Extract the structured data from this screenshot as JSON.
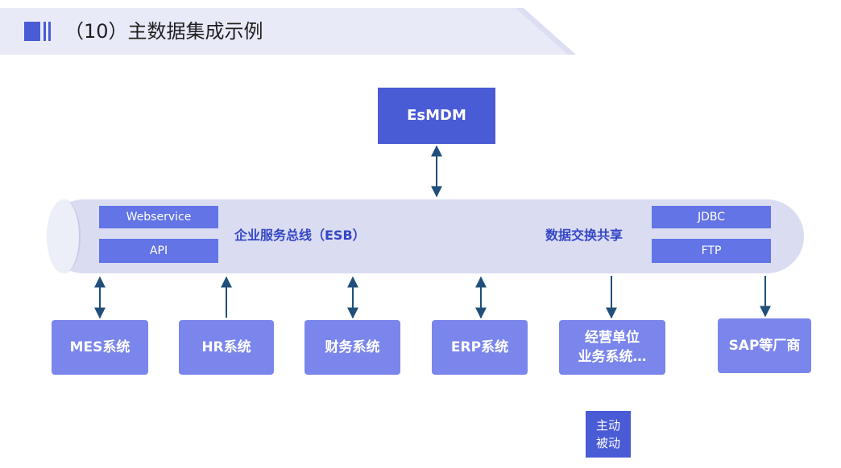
{
  "header": {
    "title": "（10）主数据集成示例"
  },
  "top_system": {
    "label": "EsMDM"
  },
  "bus": {
    "label": "企业服务总线（ESB）",
    "exchange_label": "数据交换共享",
    "left_tags": [
      "Webservice",
      "API"
    ],
    "right_tags": [
      "JDBC",
      "FTP"
    ]
  },
  "systems": [
    {
      "label": "MES系统"
    },
    {
      "label": "HR系统"
    },
    {
      "label": "财务系统"
    },
    {
      "label": "ERP系统"
    },
    {
      "label_line1": "经营单位",
      "label_line2": "业务系统…"
    },
    {
      "label": "SAP等厂商"
    }
  ],
  "legend": {
    "line1": "主动",
    "line2": "被动"
  },
  "colors": {
    "box": "#7b86ec",
    "accent": "#4a5bd6",
    "bus": "#dadcf2",
    "arrow": "#1f4f7a"
  }
}
